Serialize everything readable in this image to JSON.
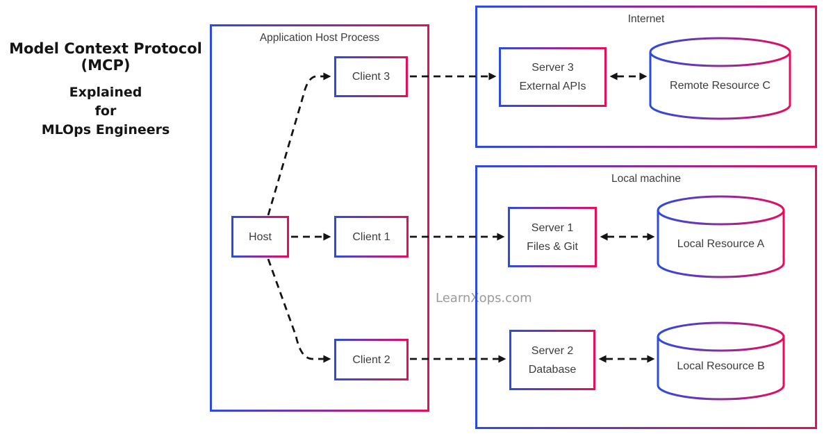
{
  "title": {
    "line1": "Model Context Protocol (MCP)",
    "line2": "Explained",
    "line3": "for",
    "line4": "MLOps Engineers"
  },
  "watermark": "LearnXops.com",
  "colors": {
    "gradient_start": "#2b4be2",
    "gradient_end": "#ea0b5c",
    "arrow": "#141414",
    "label_text": "#3c3c3c",
    "watermark_text": "#9b9b9b"
  },
  "containers": {
    "app_host": {
      "label": "Application Host Process"
    },
    "internet": {
      "label": "Internet"
    },
    "local_machine": {
      "label": "Local machine"
    }
  },
  "nodes": {
    "host": {
      "label": "Host"
    },
    "client1": {
      "label": "Client 1"
    },
    "client2": {
      "label": "Client 2"
    },
    "client3": {
      "label": "Client 3"
    },
    "server1": {
      "line1": "Server 1",
      "line2": "Files & Git"
    },
    "server2": {
      "line1": "Server 2",
      "line2": "Database"
    },
    "server3": {
      "line1": "Server 3",
      "line2": "External APIs"
    },
    "resource_a": {
      "label": "Local Resource A"
    },
    "resource_b": {
      "label": "Local Resource B"
    },
    "resource_c": {
      "label": "Remote Resource C"
    }
  },
  "connections": [
    {
      "from": "Host",
      "to": "Client 1",
      "style": "dashed-arrow"
    },
    {
      "from": "Host",
      "to": "Client 2",
      "style": "dashed-arrow"
    },
    {
      "from": "Host",
      "to": "Client 3",
      "style": "dashed-arrow"
    },
    {
      "from": "Client 1",
      "to": "Server 1",
      "style": "dashed-arrow"
    },
    {
      "from": "Client 2",
      "to": "Server 2",
      "style": "dashed-arrow"
    },
    {
      "from": "Client 3",
      "to": "Server 3",
      "style": "dashed-arrow"
    },
    {
      "from": "Server 1",
      "to": "Local Resource A",
      "style": "dashed-double-arrow"
    },
    {
      "from": "Server 2",
      "to": "Local Resource B",
      "style": "dashed-double-arrow"
    },
    {
      "from": "Server 3",
      "to": "Remote Resource C",
      "style": "dashed-double-arrow"
    }
  ]
}
